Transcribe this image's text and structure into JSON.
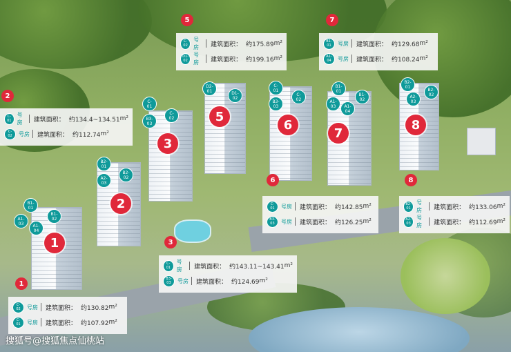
{
  "area_label": "建筑面积：",
  "unit_suffix": "号房",
  "area_unit": "m²",
  "panels": {
    "p1": {
      "marker": "1",
      "rows": [
        {
          "codes": "C-\n02",
          "value": "约130.82"
        },
        {
          "codes": "C-\n01",
          "value": "约107.92"
        }
      ]
    },
    "p2": {
      "marker": "2",
      "rows": [
        {
          "codes": "C-\n01",
          "value": "约134.4~134.51"
        },
        {
          "codes": "C-\n02",
          "value": "约112.74"
        }
      ]
    },
    "p3": {
      "marker": "3",
      "rows": [
        {
          "codes": "C-\n01",
          "value": "约143.11~143.41"
        },
        {
          "codes": "B3-\n03",
          "value": "约124.69"
        }
      ]
    },
    "p5": {
      "marker": "5",
      "rows": [
        {
          "codes": "C-\n02",
          "value": "约175.89"
        },
        {
          "codes": "D1-\n02",
          "value": "约199.16"
        }
      ]
    },
    "p6": {
      "marker": "6",
      "rows": [
        {
          "codes": "C-\n01",
          "value": "约142.85"
        },
        {
          "codes": "B3-\n03",
          "value": "约126.25"
        }
      ]
    },
    "p7": {
      "marker": "7",
      "rows": [
        {
          "codes": "B1-\n01",
          "value": "约129.68"
        },
        {
          "codes": "A1-\n04",
          "value": "约108.24"
        }
      ]
    },
    "p8": {
      "marker": "8",
      "rows": [
        {
          "codes": "B2-\n01",
          "value": "约133.06"
        },
        {
          "codes": "A2-\n03",
          "value": "约112.69"
        }
      ]
    }
  },
  "towers": [
    {
      "num": "1",
      "units": [
        "B1-\n01",
        "A1-\n03",
        "A1-\n04",
        "B1-\n02"
      ]
    },
    {
      "num": "2",
      "units": [
        "B2-\n01",
        "A2-\n03",
        "B2-\n02"
      ]
    },
    {
      "num": "3",
      "units": [
        "C-\n01",
        "B3-\n03",
        "C-\n02"
      ]
    },
    {
      "num": "5",
      "units": [
        "D2-\n01",
        "D1-\n02"
      ]
    },
    {
      "num": "6",
      "units": [
        "C-\n01",
        "B3-\n03",
        "C-\n02"
      ]
    },
    {
      "num": "7",
      "units": [
        "B1-\n01",
        "A1-\n03",
        "A1-\n04",
        "B1-\n02"
      ]
    },
    {
      "num": "8",
      "units": [
        "B2-\n01",
        "A2-\n03",
        "B2-\n02"
      ]
    }
  ],
  "watermark": "搜狐号@搜狐焦点仙桃站"
}
